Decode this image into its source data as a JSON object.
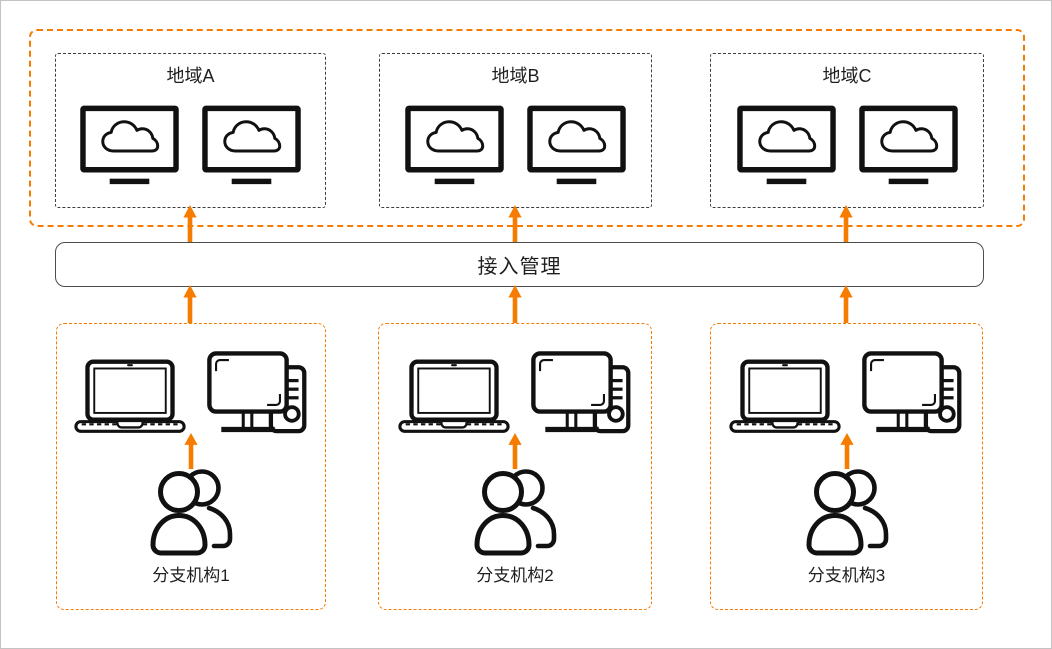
{
  "diagram": {
    "title_hint": "access-management-network-diagram",
    "regions_group": {
      "items": [
        {
          "label": "地域A",
          "monitor_count": 2
        },
        {
          "label": "地域B",
          "monitor_count": 2
        },
        {
          "label": "地域C",
          "monitor_count": 2
        }
      ]
    },
    "access_bar": {
      "label": "接入管理"
    },
    "branches": {
      "items": [
        {
          "label": "分支机构1"
        },
        {
          "label": "分支机构2"
        },
        {
          "label": "分支机构3"
        }
      ]
    },
    "icons": {
      "region_device": "cloud-monitor-icon",
      "branch_device_1": "laptop-icon",
      "branch_device_2": "desktop-computer-icon",
      "branch_people": "users-icon",
      "connector": "arrow-up-icon"
    },
    "colors": {
      "accent_orange": "#F57C00",
      "line_black": "#111111",
      "dashed_dark": "#3d3d3d",
      "bar_border": "#4d4d4d",
      "canvas_border": "#c3c3c3",
      "text": "#1f1f1f",
      "background": "#ffffff"
    }
  }
}
